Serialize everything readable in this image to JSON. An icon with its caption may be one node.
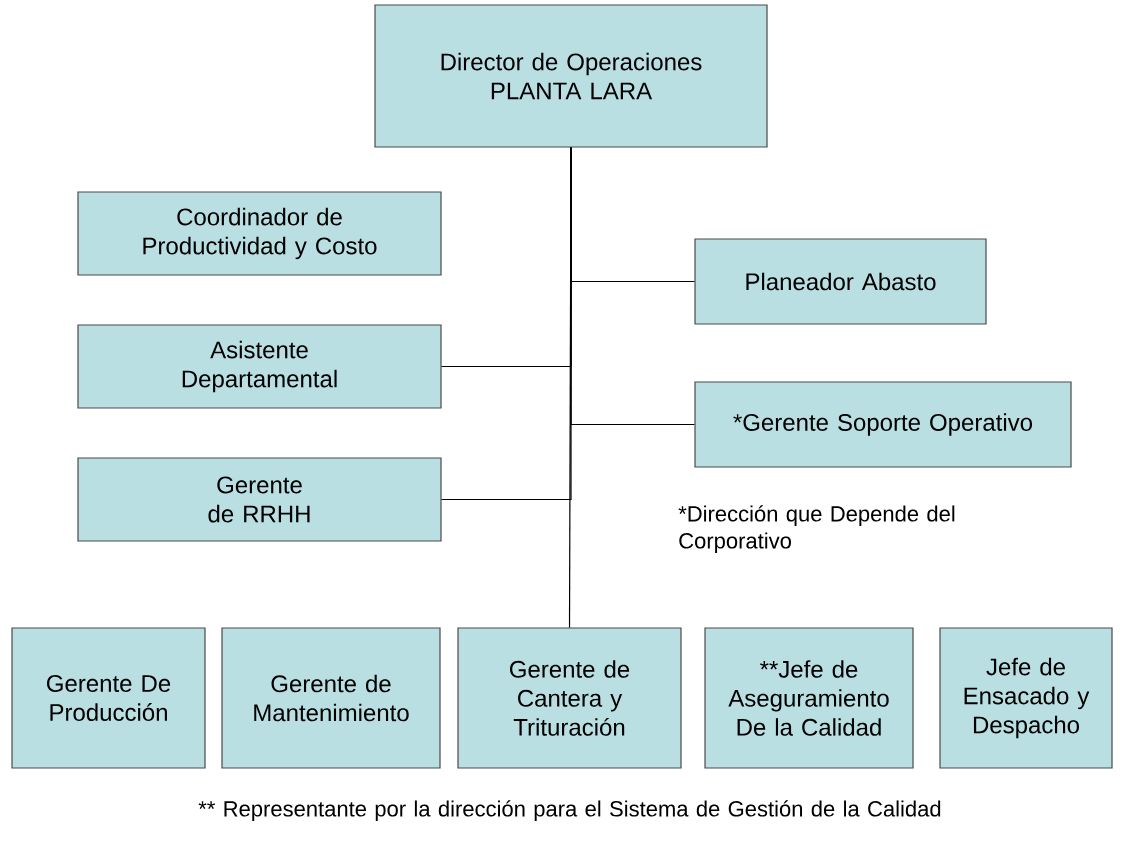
{
  "diagram": {
    "nodes": [
      {
        "text": [
          "Director de Operaciones PLANTA LARA"
        ]
      },
      {
        "text": [
          "Coordinador de Productividad y Costo"
        ]
      },
      {
        "text": [
          "Planeador Abasto"
        ]
      },
      {
        "text": [
          "Asistente Departamental"
        ]
      },
      {
        "text": [
          "*Gerente Soporte Operativo"
        ]
      },
      {
        "text": [
          "Gerente de RRHH"
        ]
      },
      {
        "text": [
          "Gerente De Producción"
        ]
      },
      {
        "text": [
          "Gerente de Mantenimiento"
        ]
      },
      {
        "text": [
          "Gerente de Cantera y Trituración"
        ]
      },
      {
        "text": [
          "**Jefe de Aseguramiento De la Calidad"
        ]
      },
      {
        "text": [
          "Jefe de Ensacado y Despacho"
        ]
      }
    ],
    "edges": [
      {
        "from": 0,
        "to": 2,
        "arrow": "none"
      },
      {
        "from": 0,
        "to": 3,
        "arrow": "none"
      },
      {
        "from": 0,
        "to": 4,
        "arrow": "none"
      },
      {
        "from": 0,
        "to": 5,
        "arrow": "none"
      },
      {
        "from": 0,
        "to": 8,
        "arrow": "none"
      }
    ],
    "labels": [
      "*Dirección que Depende del Corporativo",
      "** Representante por la dirección para el Sistema de Gestión de la Calidad"
    ]
  }
}
